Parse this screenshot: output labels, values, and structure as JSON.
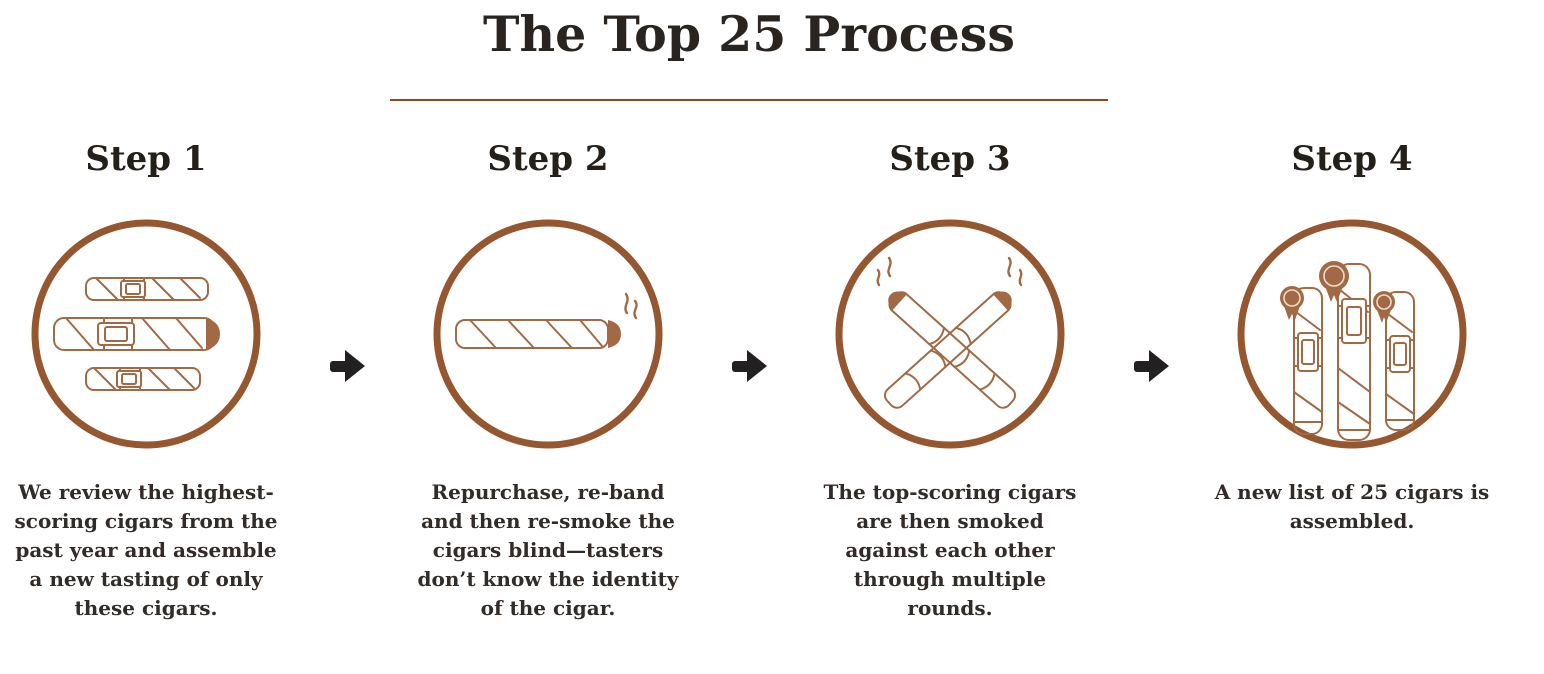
{
  "header": {
    "title": "The Top 25 Process"
  },
  "colors": {
    "background": "#ffffff",
    "title_text": "#2a2421",
    "heading_text": "#242019",
    "body_text": "#322b27",
    "divider": "#90481c",
    "circle_stroke": "#955730",
    "icon_stroke": "#a16a45",
    "arrow": "#232021"
  },
  "arrow_icon": "➜",
  "steps": [
    {
      "label": "Step 1",
      "icon": "stacked-cigars-icon",
      "description": [
        "We review the highest-",
        "scoring cigars from the",
        "past year and assemble",
        "a new tasting of only",
        "these cigars."
      ]
    },
    {
      "label": "Step 2",
      "icon": "lit-cigar-icon",
      "description": [
        "Repurchase, re-band",
        "and then re-smoke the",
        "cigars blind—tasters",
        "don’t know the identity",
        "of the cigar."
      ]
    },
    {
      "label": "Step 3",
      "icon": "crossed-cigars-icon",
      "description": [
        "The top-scoring cigars",
        "are then smoked",
        "against each other",
        "through multiple",
        "rounds."
      ]
    },
    {
      "label": "Step 4",
      "icon": "ranked-cigars-icon",
      "description": [
        "A new list of 25 cigars is",
        "assembled."
      ]
    }
  ]
}
